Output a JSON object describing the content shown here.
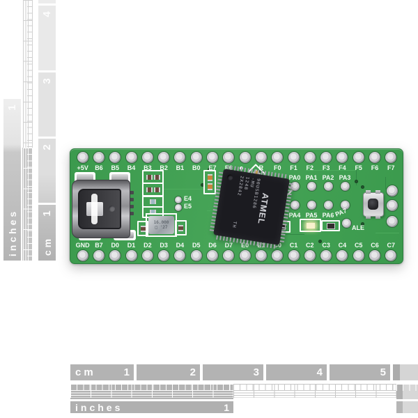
{
  "rulers": {
    "left": {
      "inch_number": "1",
      "inches_label": "inches",
      "cm_numbers": [
        "4",
        "3",
        "2",
        "1"
      ],
      "cm_label": "cm"
    },
    "bottom": {
      "cm_label": "cm",
      "cm_numbers": [
        "1",
        "2",
        "3",
        "4",
        "5"
      ],
      "inches_label": "inches",
      "inch_number": "1"
    }
  },
  "board": {
    "top_pins": [
      "+5V",
      "B6",
      "B5",
      "B4",
      "B3",
      "B2",
      "B1",
      "B0",
      "E7",
      "E6",
      "",
      "R",
      "F0",
      "F1",
      "F2",
      "F3",
      "F4",
      "F5",
      "F6",
      "F7"
    ],
    "bottom_pins": [
      "GND",
      "B7",
      "D0",
      "D1",
      "D2",
      "D3",
      "D4",
      "D5",
      "D6",
      "D7",
      "E0",
      "E1",
      "C0",
      "C1",
      "C2",
      "C3",
      "C4",
      "C5",
      "C6",
      "C7"
    ],
    "pa_top": [
      "PA0",
      "PA1",
      "PA2",
      "PA3"
    ],
    "pa_bottom": [
      "PA4",
      "PA5",
      "PA6"
    ],
    "pa7": "PA7",
    "ale": "ALE",
    "e4": "E4",
    "e5": "E5",
    "chip": {
      "brand": "ATMEL",
      "line1": "90USB1286",
      "line2": "-MU",
      "line3": "1248",
      "line4": "2X2842",
      "line5": "TH"
    },
    "crystal": {
      "line1": "16.000",
      "line2": "□ '27"
    }
  },
  "colors": {
    "pcb_green": "#3f9e51",
    "ruler_gray": "#b3b3b3",
    "chip_black": "#1b1b20",
    "silkscreen": "#ffffff"
  }
}
